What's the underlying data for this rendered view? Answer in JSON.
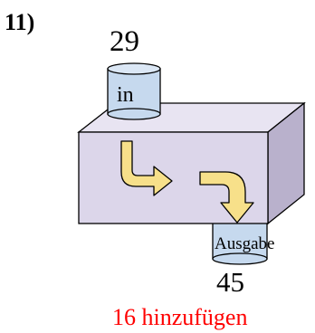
{
  "problem_number": "11)",
  "input": {
    "value": "29",
    "label": "in"
  },
  "output": {
    "value": "45",
    "label": "Ausgabe"
  },
  "operation": "16 hinzufügen",
  "colors": {
    "box_front": "#dcd6ea",
    "box_top": "#e8e4f2",
    "box_side": "#b9b1cc",
    "cylinder": "#c6d9ee",
    "arrow": "#f7e08a",
    "operation_text": "#ff0000"
  }
}
